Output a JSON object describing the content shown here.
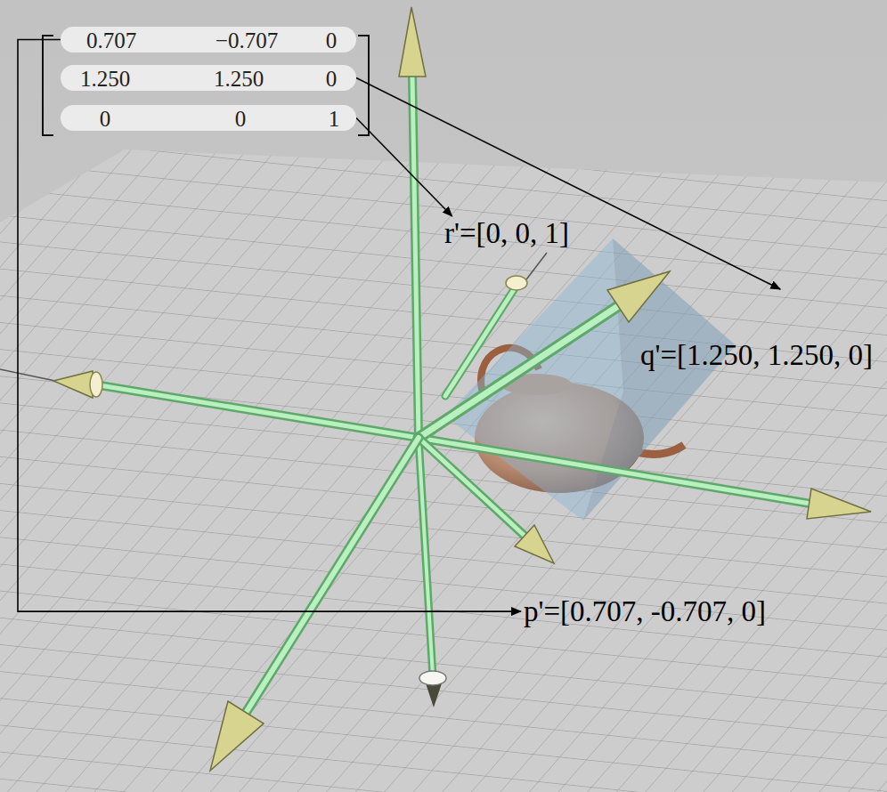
{
  "diagram": {
    "nodes": [
      {
        "text": [
          "0.707",
          "−0.707",
          "0"
        ]
      },
      {
        "text": [
          "1.250",
          "1.250",
          "0"
        ]
      },
      {
        "text": [
          "0",
          "0",
          "1"
        ]
      },
      {
        "text": [
          "r'=[0, 0, 1]"
        ]
      },
      {
        "text": [
          "q'=[1.250, 1.250, 0]"
        ]
      },
      {
        "text": [
          "p'=[0.707, -0.707, 0]"
        ]
      }
    ],
    "edges": [
      {
        "from": 0,
        "to": 5,
        "arrow": "to"
      },
      {
        "from": 1,
        "to": 4,
        "arrow": "to"
      },
      {
        "from": 2,
        "to": 3,
        "arrow": "to"
      }
    ]
  }
}
